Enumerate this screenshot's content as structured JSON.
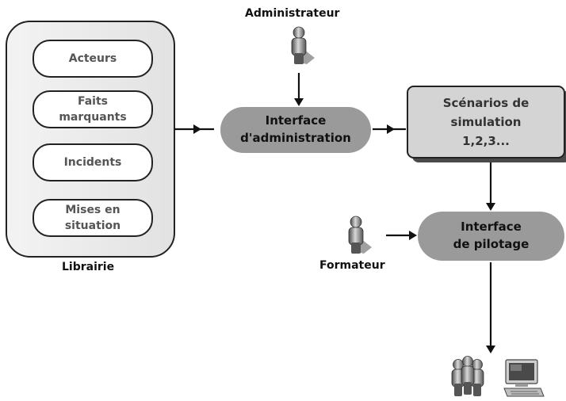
{
  "library": {
    "title": "Librairie",
    "items": [
      {
        "label": "Acteurs"
      },
      {
        "label": "Faits\nmarquants"
      },
      {
        "label": "Incidents"
      },
      {
        "label": "Mises en\nsituation"
      }
    ]
  },
  "administrator": {
    "label": "Administrateur",
    "icon": "person-icon"
  },
  "trainer": {
    "label": "Formateur",
    "icon": "person-icon"
  },
  "admin_interface": {
    "label": "Interface\nd'administration"
  },
  "scenarios": {
    "label": "Scénarios de\nsimulation\n1,2,3..."
  },
  "pilot_interface": {
    "label": "Interface\nde pilotage"
  },
  "learners": {
    "icon": "group-of-people-icon"
  },
  "computer": {
    "icon": "computer-icon"
  },
  "colors": {
    "interface_fill": "#9a9a9a",
    "scenario_fill": "#d4d4d4",
    "library_fill": "#e9e9e9",
    "pill_text": "#555555"
  }
}
